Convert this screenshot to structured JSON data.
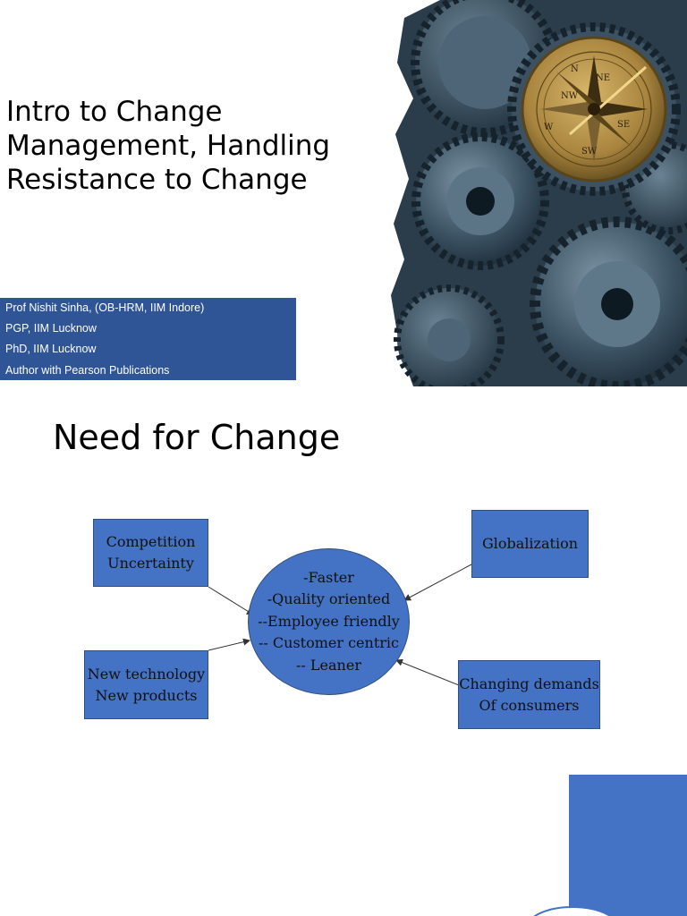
{
  "slide1": {
    "title_lines": [
      "Intro to Change",
      "Management, Handling",
      "Resistance to Change"
    ],
    "author_lines": [
      "Prof Nishit Sinha, (OB-HRM, IIM Indore)",
      "PGP, IIM Lucknow",
      "PhD, IIM Lucknow",
      "Author with Pearson Publications"
    ],
    "compass": {
      "markers": [
        "NE",
        "NW",
        "SE",
        "SW",
        "N",
        "W"
      ]
    }
  },
  "slide2": {
    "title": "Need for Change",
    "boxes": {
      "top_left": [
        "Competition",
        "Uncertainty"
      ],
      "top_right": [
        "Globalization"
      ],
      "bottom_left": [
        "New technology",
        "New products"
      ],
      "bottom_right": [
        "Changing demands",
        "Of consumers"
      ]
    },
    "center": [
      "-Faster",
      "-Quality oriented",
      "--Employee friendly",
      "-- Customer centric",
      "-- Leaner"
    ]
  },
  "colors": {
    "box_fill": "#4472c4",
    "author_fill": "#2f5597"
  }
}
